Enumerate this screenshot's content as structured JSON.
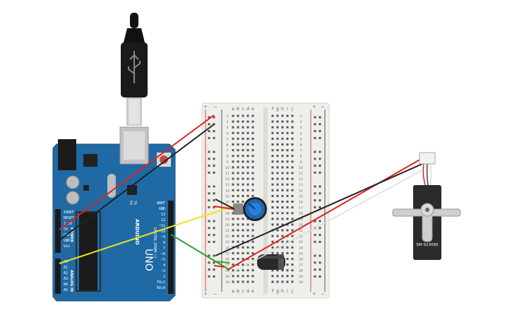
{
  "colors": {
    "arduino_board": "#1f6aa5",
    "arduino_dark": "#174f7c",
    "breadboard": "#eeeeea",
    "wire_red": "#e0241f",
    "wire_black": "#222222",
    "wire_yellow": "#f2e020",
    "wire_green": "#2fa32f",
    "servo_body": "#2b2b2b",
    "servo_horn": "#cfcfcf",
    "pot_knob": "#1f66b8",
    "capacitor": "#2a2a2a"
  },
  "arduino": {
    "brand": "ARDUINO",
    "model": "UNO",
    "digital_label": "DIGITAL (PWM ~)",
    "analog_label": "ANALOG IN",
    "power_label": "POWER",
    "tx_label": "TX",
    "rx_label": "RX",
    "digital_pins": [
      "AREF",
      "GND",
      "13",
      "12",
      "~11",
      "~10",
      "~9",
      "8",
      "7",
      "~6",
      "~5",
      "4",
      "~3",
      "2",
      "TX▸1",
      "RX◂0"
    ],
    "power_pins": [
      "IOREF",
      "RESET",
      "3.3V",
      "5V",
      "GND",
      "GND",
      "Vin"
    ],
    "analog_pins": [
      "A0",
      "A1",
      "A2",
      "A3",
      "A4",
      "A5"
    ]
  },
  "breadboard": {
    "columns_left": [
      "a",
      "b",
      "c",
      "d",
      "e"
    ],
    "columns_right": [
      "f",
      "g",
      "h",
      "i",
      "j"
    ],
    "row_numbers": [
      "1",
      "2",
      "3",
      "4",
      "5",
      "6",
      "7",
      "8",
      "9",
      "10",
      "11",
      "12",
      "13",
      "14",
      "15",
      "16",
      "17",
      "18",
      "19",
      "20",
      "21",
      "22",
      "23",
      "24",
      "25",
      "26",
      "27",
      "28",
      "29",
      "30"
    ],
    "rail_plus": "+",
    "rail_minus": "−"
  },
  "servo": {
    "label": "SM-S2309S"
  }
}
